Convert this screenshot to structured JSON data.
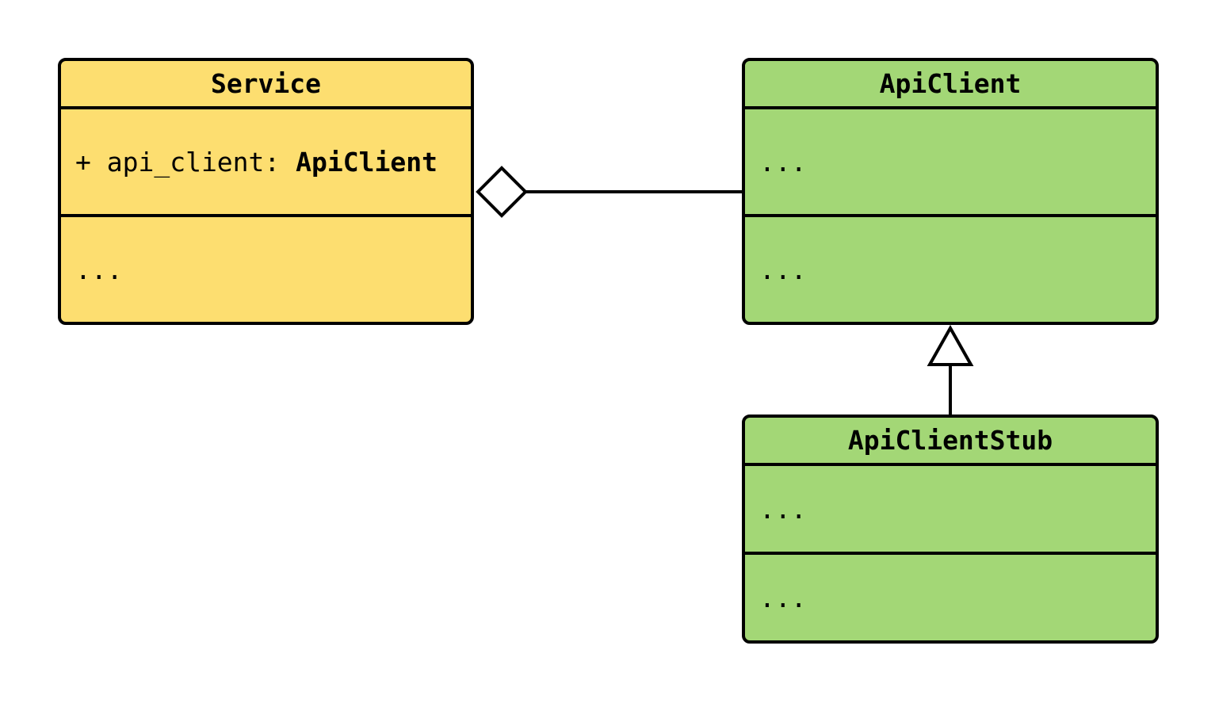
{
  "colors": {
    "canvas-bg": "#ffffff",
    "service-fill": "#FDDE70",
    "client-fill": "#A3D776",
    "stroke": "#000000"
  },
  "classes": {
    "service": {
      "name": "Service",
      "attribute_prefix": "+ api_client: ",
      "attribute_type": "ApiClient",
      "methods_placeholder": "..."
    },
    "api_client": {
      "name": "ApiClient",
      "attributes_placeholder": "...",
      "methods_placeholder": "..."
    },
    "api_client_stub": {
      "name": "ApiClientStub",
      "attributes_placeholder": "...",
      "methods_placeholder": "..."
    }
  },
  "relations": [
    {
      "type": "aggregation",
      "owner": "Service",
      "part": "ApiClient",
      "marker": "hollow-diamond"
    },
    {
      "type": "inheritance",
      "child": "ApiClientStub",
      "parent": "ApiClient",
      "marker": "hollow-triangle"
    }
  ]
}
